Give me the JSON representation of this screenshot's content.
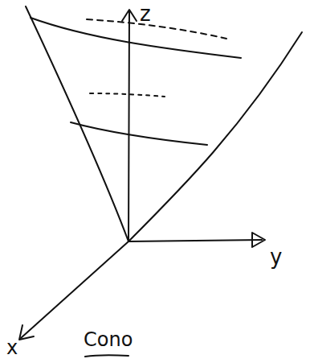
{
  "diagram": {
    "labels": [
      "z",
      "y",
      "x",
      "Cono"
    ]
  }
}
